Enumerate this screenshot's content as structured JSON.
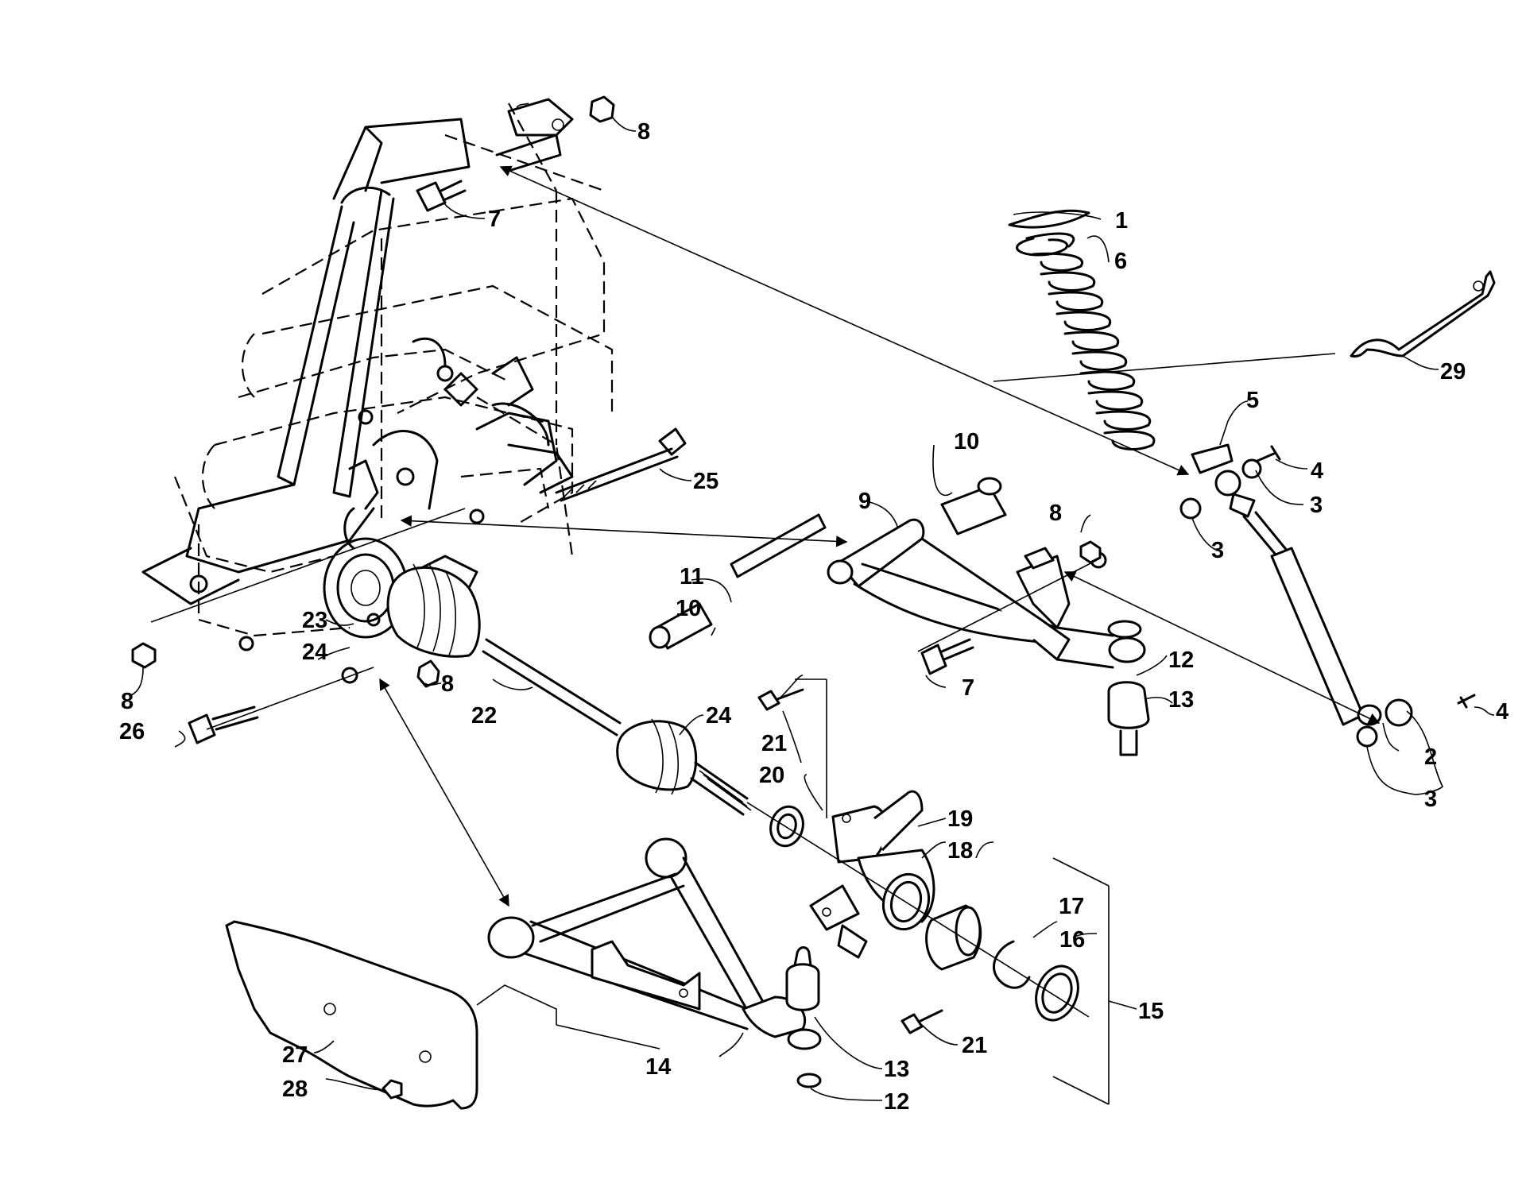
{
  "callouts": [
    {
      "id": "c1",
      "text": "1"
    },
    {
      "id": "c6",
      "text": "6"
    },
    {
      "id": "c29",
      "text": "29"
    },
    {
      "id": "c5",
      "text": "5"
    },
    {
      "id": "c4a",
      "text": "4"
    },
    {
      "id": "c3a",
      "text": "3"
    },
    {
      "id": "c3b",
      "text": "3"
    },
    {
      "id": "c8a",
      "text": "8"
    },
    {
      "id": "c7a",
      "text": "7"
    },
    {
      "id": "c10a",
      "text": "10"
    },
    {
      "id": "c9",
      "text": "9"
    },
    {
      "id": "c8b",
      "text": "8"
    },
    {
      "id": "c25",
      "text": "25"
    },
    {
      "id": "c11",
      "text": "11"
    },
    {
      "id": "c10b",
      "text": "10"
    },
    {
      "id": "c12a",
      "text": "12"
    },
    {
      "id": "c7b",
      "text": "7"
    },
    {
      "id": "c13a",
      "text": "13"
    },
    {
      "id": "c4b",
      "text": "4"
    },
    {
      "id": "c2",
      "text": "2"
    },
    {
      "id": "c3c",
      "text": "3"
    },
    {
      "id": "c23",
      "text": "23"
    },
    {
      "id": "c24a",
      "text": "24"
    },
    {
      "id": "c8c",
      "text": "8"
    },
    {
      "id": "c8d",
      "text": "8"
    },
    {
      "id": "c26",
      "text": "26"
    },
    {
      "id": "c22",
      "text": "22"
    },
    {
      "id": "c24b",
      "text": "24"
    },
    {
      "id": "c21a",
      "text": "21"
    },
    {
      "id": "c20",
      "text": "20"
    },
    {
      "id": "c19",
      "text": "19"
    },
    {
      "id": "c18",
      "text": "18"
    },
    {
      "id": "c17",
      "text": "17"
    },
    {
      "id": "c16",
      "text": "16"
    },
    {
      "id": "c15",
      "text": "15"
    },
    {
      "id": "c21b",
      "text": "21"
    },
    {
      "id": "c13b",
      "text": "13"
    },
    {
      "id": "c14",
      "text": "14"
    },
    {
      "id": "c12b",
      "text": "12"
    },
    {
      "id": "c27",
      "text": "27"
    },
    {
      "id": "c28",
      "text": "28"
    }
  ]
}
